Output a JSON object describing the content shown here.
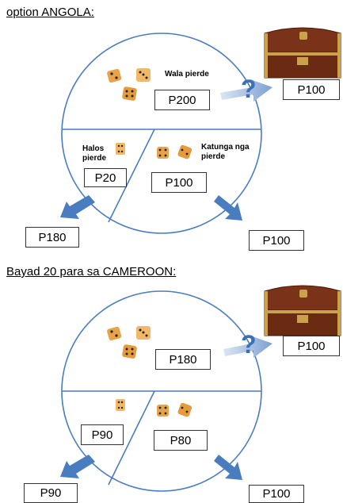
{
  "panels": [
    {
      "heading": "option ANGOLA:",
      "labels": {
        "top": "Wala pierde",
        "left": "Halos pierde",
        "right": "Katunga nga pierde"
      },
      "values": {
        "top": "P200",
        "left": "P20",
        "right": "P100",
        "chest": "P100",
        "out_left": "P180",
        "out_right": "P100"
      }
    },
    {
      "heading": "Bayad 20 para sa CAMEROON:",
      "labels": {
        "top": "",
        "left": "",
        "right": ""
      },
      "values": {
        "top": "P180",
        "left": "P90",
        "right": "P80",
        "chest": "P100",
        "out_left": "P90",
        "out_right": "P100"
      }
    }
  ],
  "icons": {
    "question": "?",
    "chest": "treasure-chest-icon",
    "dice": "dice-icon",
    "arrow": "blue-arrow-icon"
  },
  "colors": {
    "arrow": "#4a7cc0",
    "arrow_light": "#b9cde8",
    "question": "#3d6fb5",
    "chest_wood": "#6b2a12",
    "chest_gold": "#c9a24a",
    "dice": "#e8a24a"
  }
}
